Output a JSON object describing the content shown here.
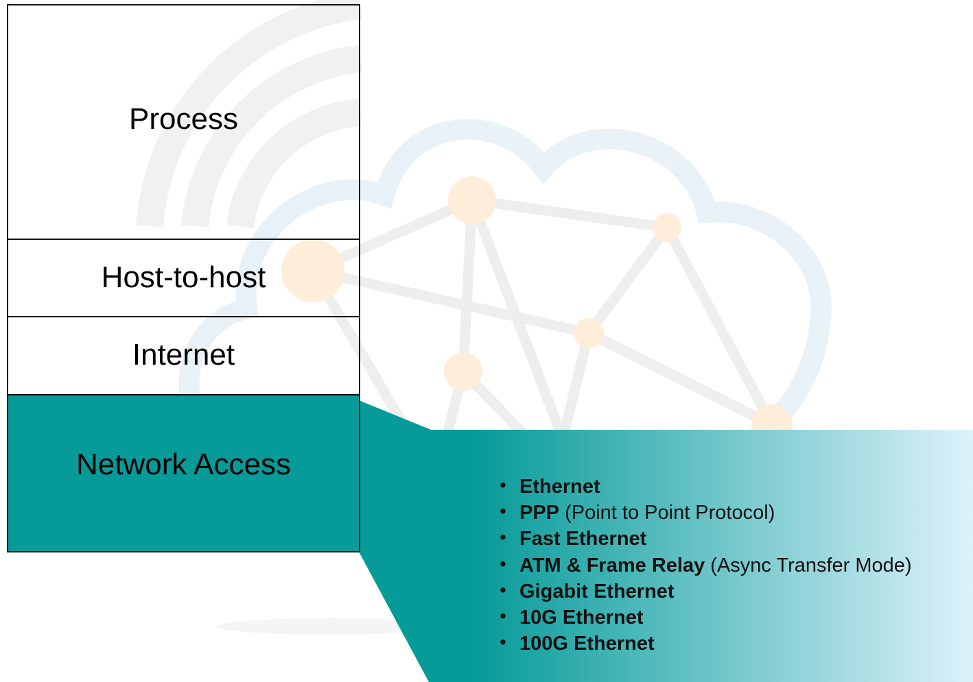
{
  "diagram": {
    "layers": [
      {
        "id": "process",
        "label": "Process"
      },
      {
        "id": "host",
        "label": "Host-to-host"
      },
      {
        "id": "internet",
        "label": "Internet"
      },
      {
        "id": "access",
        "label": "Network Access"
      }
    ],
    "highlight_color": "#069b99",
    "callout_gradient": [
      "#069b99",
      "#ddf2fb"
    ],
    "network_access_items": [
      {
        "term": "Ethernet",
        "note": ""
      },
      {
        "term": "PPP",
        "note": "(Point to Point Protocol)"
      },
      {
        "term": "Fast Ethernet",
        "note": ""
      },
      {
        "term": "ATM & Frame Relay",
        "note": "(Async Transfer Mode)"
      },
      {
        "term": "Gigabit Ethernet",
        "note": ""
      },
      {
        "term": "10G Ethernet",
        "note": ""
      },
      {
        "term": "100G Ethernet",
        "note": ""
      }
    ]
  },
  "icons": {
    "background_art": "network-cloud-wifi-watermark"
  }
}
